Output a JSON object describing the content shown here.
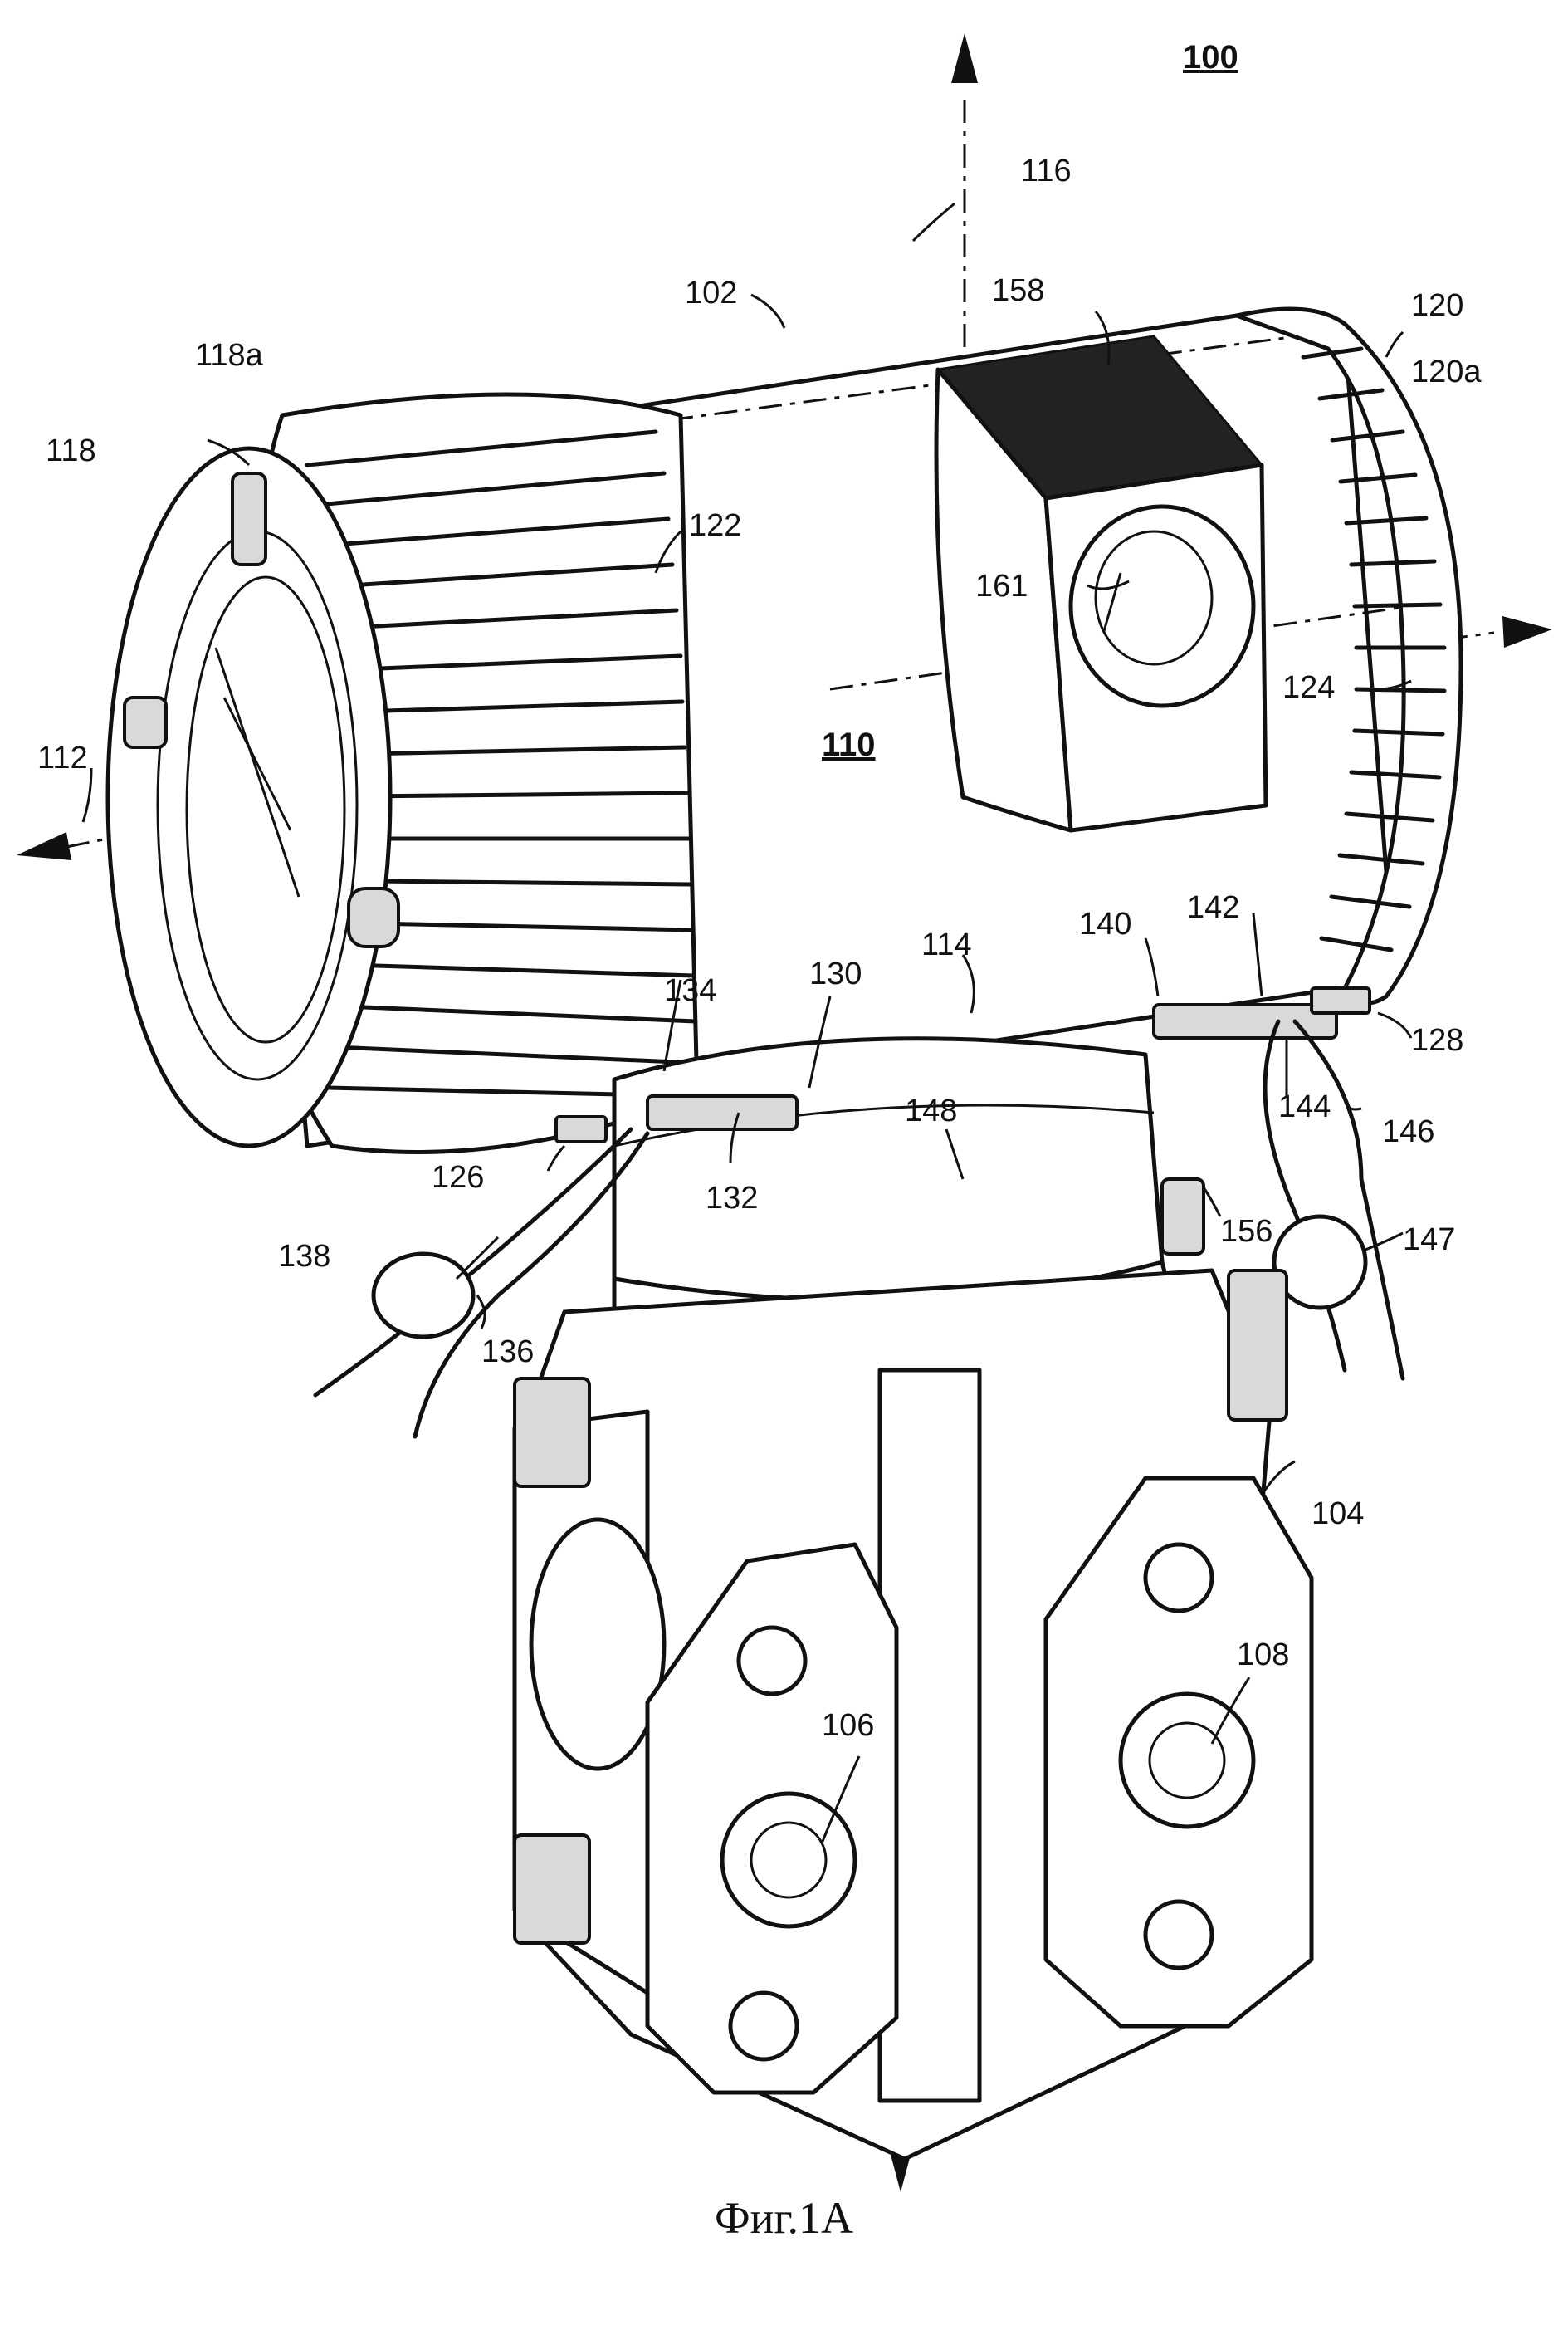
{
  "figure": {
    "caption": "Фиг.1А",
    "reference_numerals": [
      {
        "id": "n100",
        "text": "100"
      },
      {
        "id": "n102",
        "text": "102"
      },
      {
        "id": "n104",
        "text": "104"
      },
      {
        "id": "n106",
        "text": "106"
      },
      {
        "id": "n108",
        "text": "108"
      },
      {
        "id": "n110",
        "text": "110"
      },
      {
        "id": "n112",
        "text": "112"
      },
      {
        "id": "n114",
        "text": "114"
      },
      {
        "id": "n116",
        "text": "116"
      },
      {
        "id": "n118",
        "text": "118"
      },
      {
        "id": "n118a",
        "text": "118a"
      },
      {
        "id": "n120",
        "text": "120"
      },
      {
        "id": "n120a",
        "text": "120a"
      },
      {
        "id": "n122",
        "text": "122"
      },
      {
        "id": "n124",
        "text": "124"
      },
      {
        "id": "n126",
        "text": "126"
      },
      {
        "id": "n128",
        "text": "128"
      },
      {
        "id": "n130",
        "text": "130"
      },
      {
        "id": "n132",
        "text": "132"
      },
      {
        "id": "n134",
        "text": "134"
      },
      {
        "id": "n136",
        "text": "136"
      },
      {
        "id": "n138",
        "text": "138"
      },
      {
        "id": "n140",
        "text": "140"
      },
      {
        "id": "n142",
        "text": "142"
      },
      {
        "id": "n144",
        "text": "144"
      },
      {
        "id": "n146",
        "text": "146"
      },
      {
        "id": "n147",
        "text": "147"
      },
      {
        "id": "n148",
        "text": "148"
      },
      {
        "id": "n156",
        "text": "156"
      },
      {
        "id": "n158",
        "text": "158"
      },
      {
        "id": "n161",
        "text": "161"
      }
    ]
  }
}
